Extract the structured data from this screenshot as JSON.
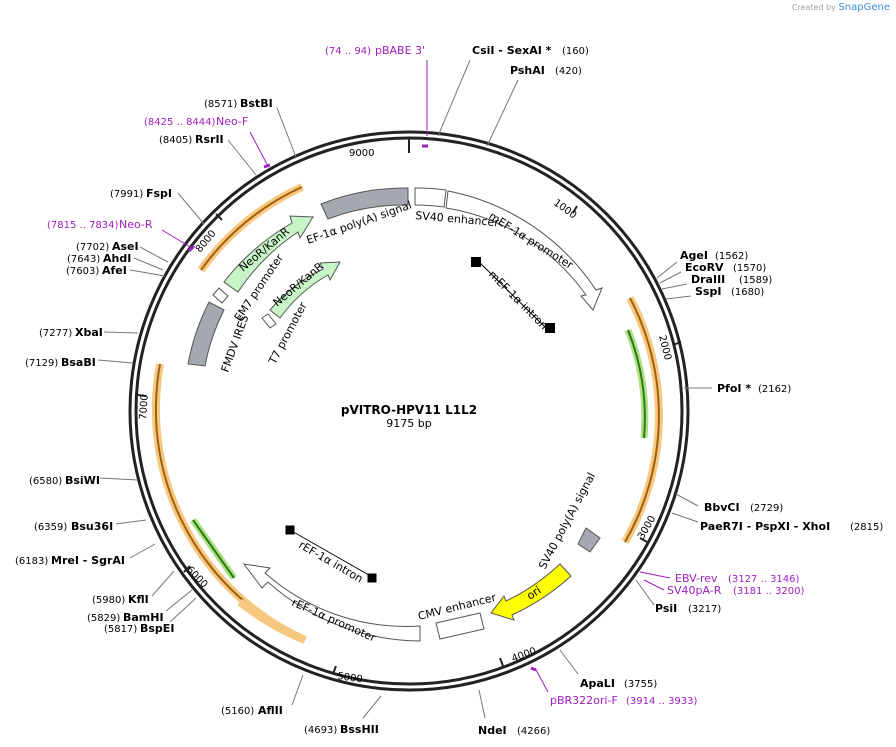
{
  "brand": {
    "created_by": "Created by",
    "name": "SnapGene"
  },
  "plasmid": {
    "name": "pVITRO-HPV11 L1L2",
    "length_label": "9175 bp",
    "length": 9175
  },
  "ticks": [
    "1000",
    "2000",
    "3000",
    "4000",
    "5000",
    "6000",
    "7000",
    "8000",
    "9000"
  ],
  "features": [
    {
      "id": "ef1a-polya",
      "label": "EF-1α poly(A) signal",
      "color": "#a4a9b0"
    },
    {
      "id": "sv40-enh",
      "label": "SV40 enhancer",
      "color": "#ffffff"
    },
    {
      "id": "mef1a-promoter",
      "label": "mEF-1α promoter",
      "color": "#ffffff"
    },
    {
      "id": "mef1a-intron",
      "label": "mEF-1α intron",
      "color": "#000000"
    },
    {
      "id": "sv40-polya",
      "label": "SV40 poly(A) signal",
      "color": "#a4a9b0"
    },
    {
      "id": "ori",
      "label": "ori",
      "color": "#ffff00"
    },
    {
      "id": "cmv-enh",
      "label": "CMV enhancer",
      "color": "#ffffff"
    },
    {
      "id": "ref1a-promoter",
      "label": "rEF-1α promoter",
      "color": "#ffffff"
    },
    {
      "id": "ref1a-intron",
      "label": "rEF-1α intron",
      "color": "#000000"
    },
    {
      "id": "fmdv-ires",
      "label": "FMDV IRES",
      "color": "#a4a9b0"
    },
    {
      "id": "em7",
      "label": "EM7 promoter",
      "color": "#ffffff"
    },
    {
      "id": "t7",
      "label": "T7 promoter",
      "color": "#ffffff"
    },
    {
      "id": "neo1",
      "label": "NeoR/KanR",
      "color": "#c8f5c8"
    },
    {
      "id": "neo2",
      "label": "NeoR/KanR",
      "color": "#c8f5c8"
    }
  ],
  "sites": [
    {
      "name": "CsiI",
      "extra": "- SexAI *",
      "pos": "(160)"
    },
    {
      "name": "PshAI",
      "extra": "",
      "pos": "(420)"
    },
    {
      "name": "AgeI",
      "extra": "",
      "pos": "(1562)"
    },
    {
      "name": "EcoRV",
      "extra": "",
      "pos": "(1570)"
    },
    {
      "name": "DraIII",
      "extra": "",
      "pos": "(1589)"
    },
    {
      "name": "SspI",
      "extra": "",
      "pos": "(1680)"
    },
    {
      "name": "PfoI *",
      "extra": "",
      "pos": "(2162)"
    },
    {
      "name": "BbvCI",
      "extra": "",
      "pos": "(2729)"
    },
    {
      "name": "PaeR7I",
      "extra": "- PspXI - XhoI",
      "pos": "(2815)"
    },
    {
      "name": "PsiI",
      "extra": "",
      "pos": "(3217)"
    },
    {
      "name": "ApaLI",
      "extra": "",
      "pos": "(3755)"
    },
    {
      "name": "NdeI",
      "extra": "",
      "pos": "(4266)"
    },
    {
      "name": "BssHII",
      "extra": "",
      "pos": "(4693)"
    },
    {
      "name": "AflII",
      "extra": "",
      "pos": "(5160)"
    },
    {
      "name": "BspEI",
      "extra": "",
      "pos": "(5817)"
    },
    {
      "name": "BamHI",
      "extra": "",
      "pos": "(5829)"
    },
    {
      "name": "KflI",
      "extra": "",
      "pos": "(5980)"
    },
    {
      "name": "MreI",
      "extra": "- SgrAI",
      "pos": "(6183)"
    },
    {
      "name": "Bsu36I",
      "extra": "",
      "pos": "(6359)"
    },
    {
      "name": "BsiWI",
      "extra": "",
      "pos": "(6580)"
    },
    {
      "name": "BsaBI",
      "extra": "",
      "pos": "(7129)"
    },
    {
      "name": "XbaI",
      "extra": "",
      "pos": "(7277)"
    },
    {
      "name": "AfeI",
      "extra": "",
      "pos": "(7603)"
    },
    {
      "name": "AhdI",
      "extra": "",
      "pos": "(7643)"
    },
    {
      "name": "AseI",
      "extra": "",
      "pos": "(7702)"
    },
    {
      "name": "FspI",
      "extra": "",
      "pos": "(7991)"
    },
    {
      "name": "RsrII",
      "extra": "",
      "pos": "(8405)"
    },
    {
      "name": "BstBI",
      "extra": "",
      "pos": "(8571)"
    }
  ],
  "primers": [
    {
      "name": "pBABE 3'",
      "pos": "(74 .. 94)"
    },
    {
      "name": "Neo-F",
      "pos": "(8425 .. 8444)"
    },
    {
      "name": "Neo-R",
      "pos": "(7815 .. 7834)"
    },
    {
      "name": "EBV-rev",
      "pos": "(3127 .. 3146)"
    },
    {
      "name": "SV40pA-R",
      "pos": "(3181 .. 3200)"
    },
    {
      "name": "pBR322ori-F",
      "pos": "(3914 .. 3933)"
    }
  ],
  "colors": {
    "backbone": "#222222",
    "orf_orange": "#f0a020",
    "orf_green": "#58b030",
    "primer": "#a020c0"
  }
}
